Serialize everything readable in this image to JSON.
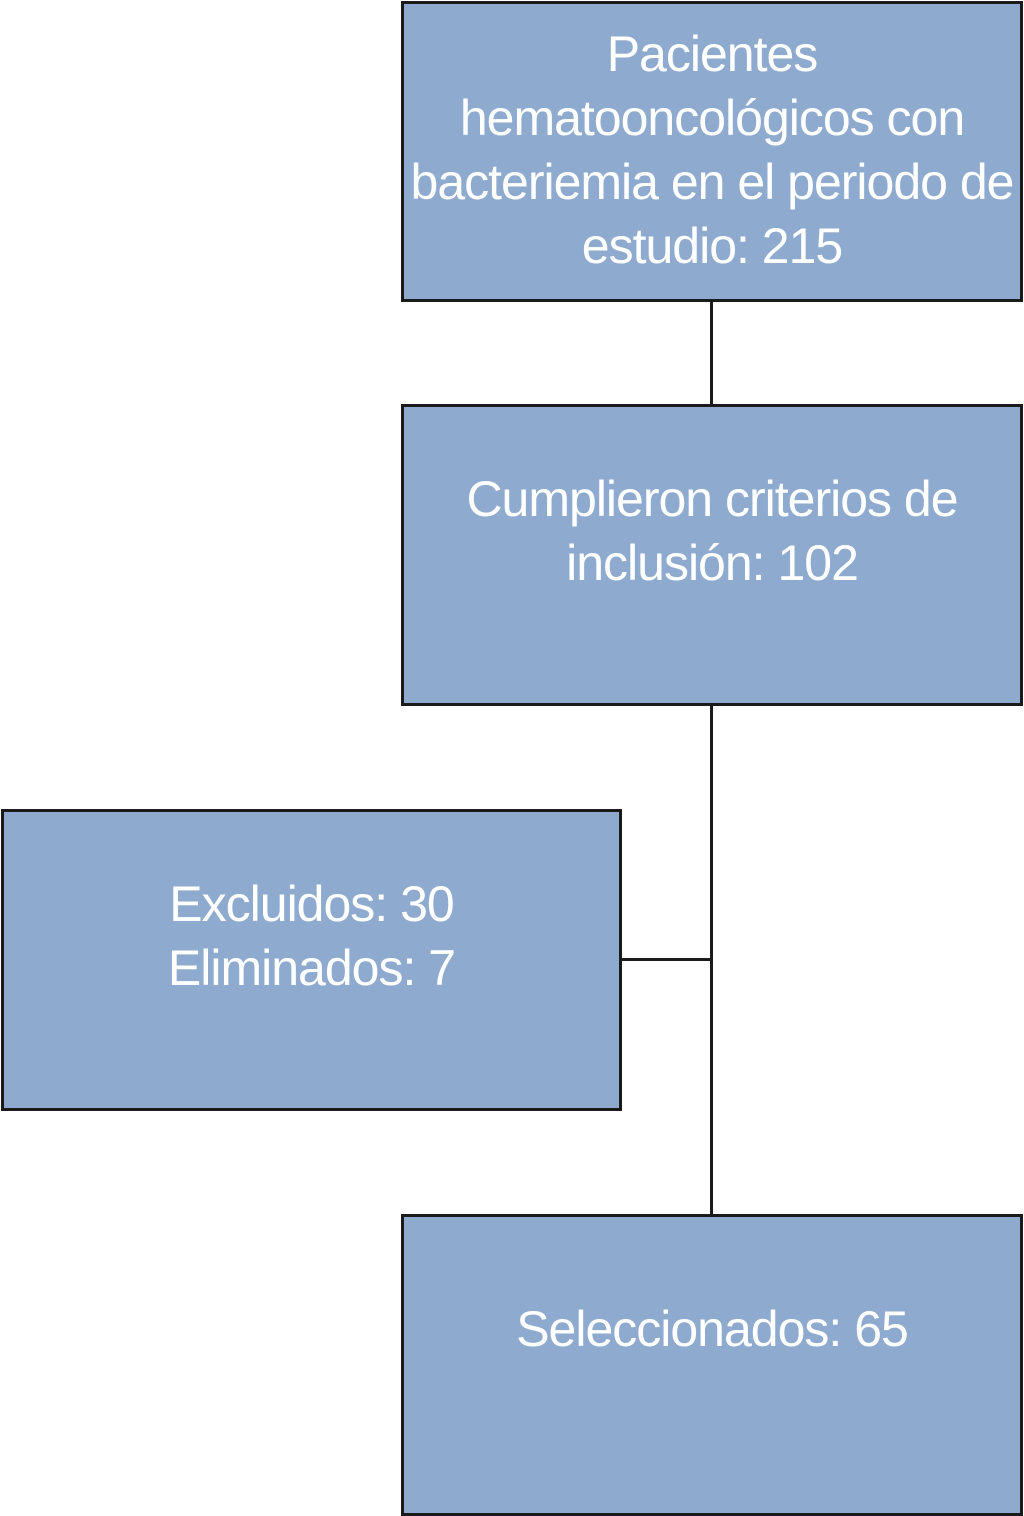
{
  "flowchart": {
    "box_total": {
      "lines": [
        "Pacientes",
        "hematooncológicos con",
        "bacteriemia en el periodo de",
        "estudio: 215"
      ]
    },
    "box_inclusion": {
      "lines": [
        "Cumplieron criterios de",
        "inclusión: 102"
      ]
    },
    "box_excluded": {
      "lines": [
        "Excluidos: 30",
        "Eliminados: 7"
      ]
    },
    "box_selected": {
      "lines": [
        "Seleccionados: 65"
      ]
    },
    "colors": {
      "box_fill": "#8eabcf",
      "box_border": "#1a1a1a",
      "text": "#ffffff",
      "connector": "#1a1a1a"
    }
  }
}
